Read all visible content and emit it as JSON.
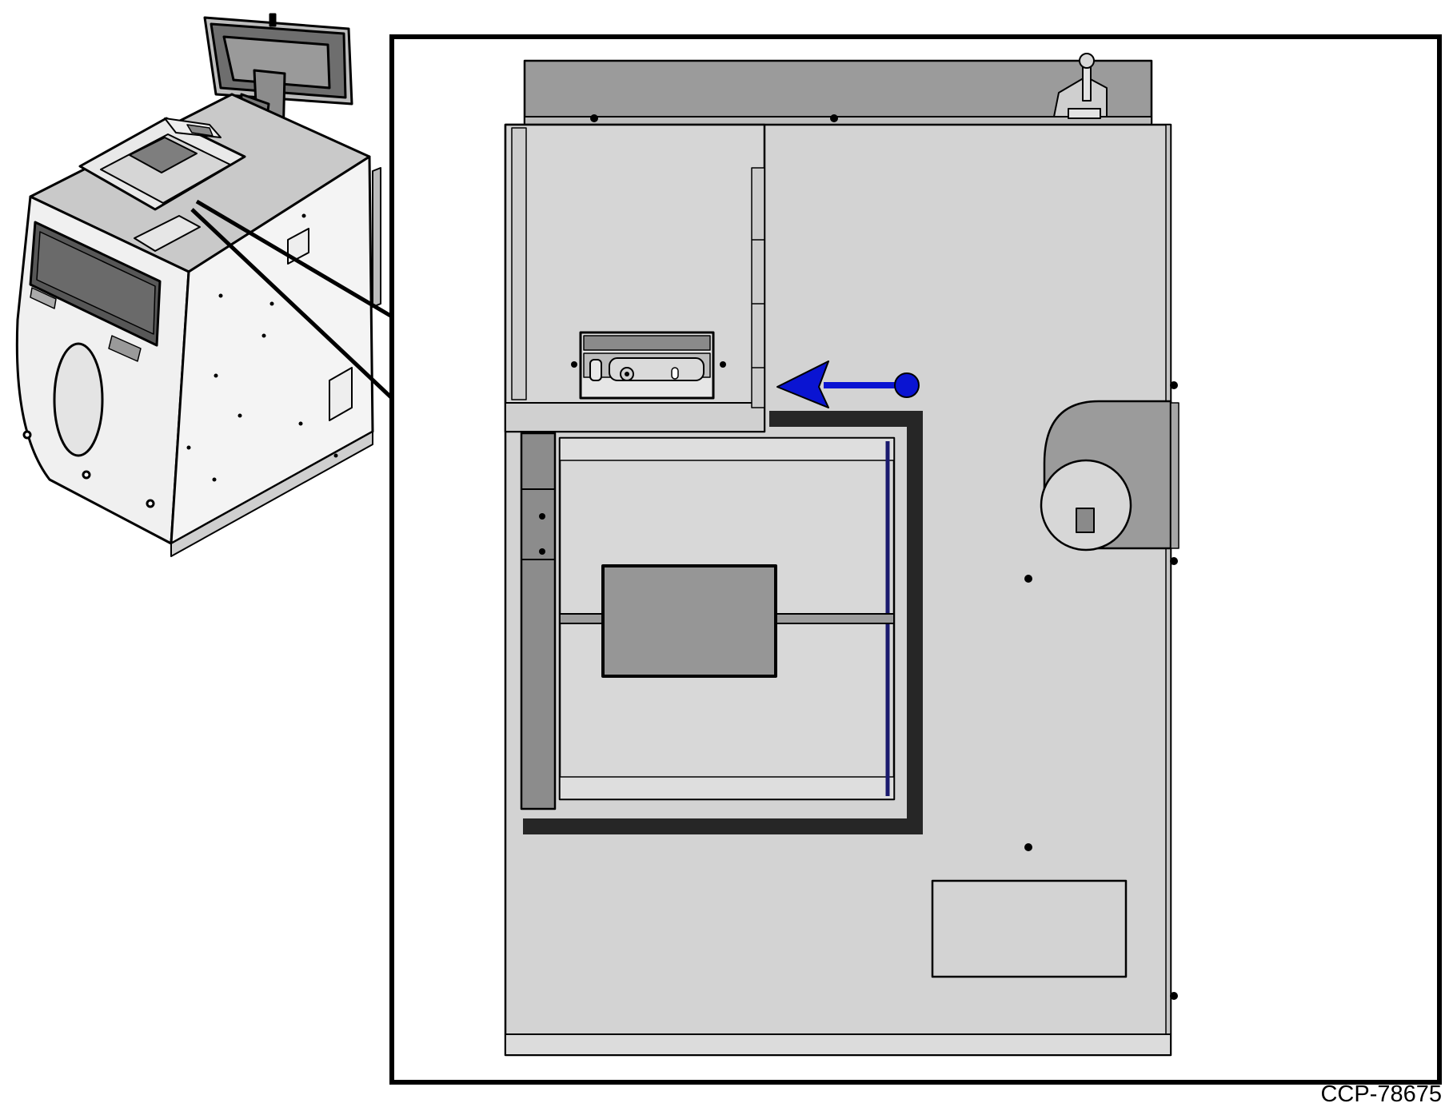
{
  "figure": {
    "reference_code": "CCP-78675"
  },
  "colors": {
    "outline": "#000000",
    "panel_light": "#d3d3d3",
    "panel_mid": "#a6a6a6",
    "panel_dark": "#262626",
    "scale_plate": "#969696",
    "arrow": "#0a14d2",
    "kiosk_body": "#f0f0f0",
    "kiosk_shade": "#c8c8c8"
  },
  "icons": {
    "direction_arrow": "arrow-left-icon",
    "callout_lines": "zoom-callout-icon"
  },
  "views": {
    "overview": "kiosk-isometric-view",
    "detail": "scale-bay-top-view"
  }
}
